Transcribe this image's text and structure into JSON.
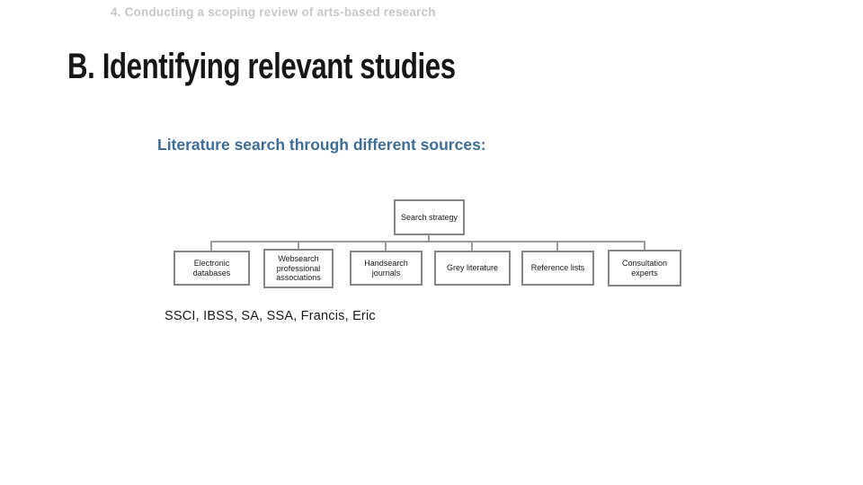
{
  "slide": {
    "header": "4. Conducting a scoping review of arts-based research",
    "title": "B. Identifying relevant studies",
    "subtitle": "Literature search through different sources:",
    "body_note": "SSCI, IBSS, SA, SSA, Francis, Eric"
  },
  "diagram": {
    "type": "org-chart",
    "root": {
      "label": "Search strategy"
    },
    "children": [
      {
        "label": "Electronic databases"
      },
      {
        "label": "Websearch professional associations"
      },
      {
        "label": "Handsearch journals"
      },
      {
        "label": "Grey literature"
      },
      {
        "label": "Reference lists"
      },
      {
        "label": "Consultation experts"
      }
    ]
  },
  "colors": {
    "header_text": "#c7c7cd",
    "title_text": "#161616",
    "subtitle_text": "#3e6e97",
    "box_border": "#868686",
    "connector_line": "#9a9a9a",
    "body_text": "#1a1a1a",
    "background": "#ffffff"
  }
}
